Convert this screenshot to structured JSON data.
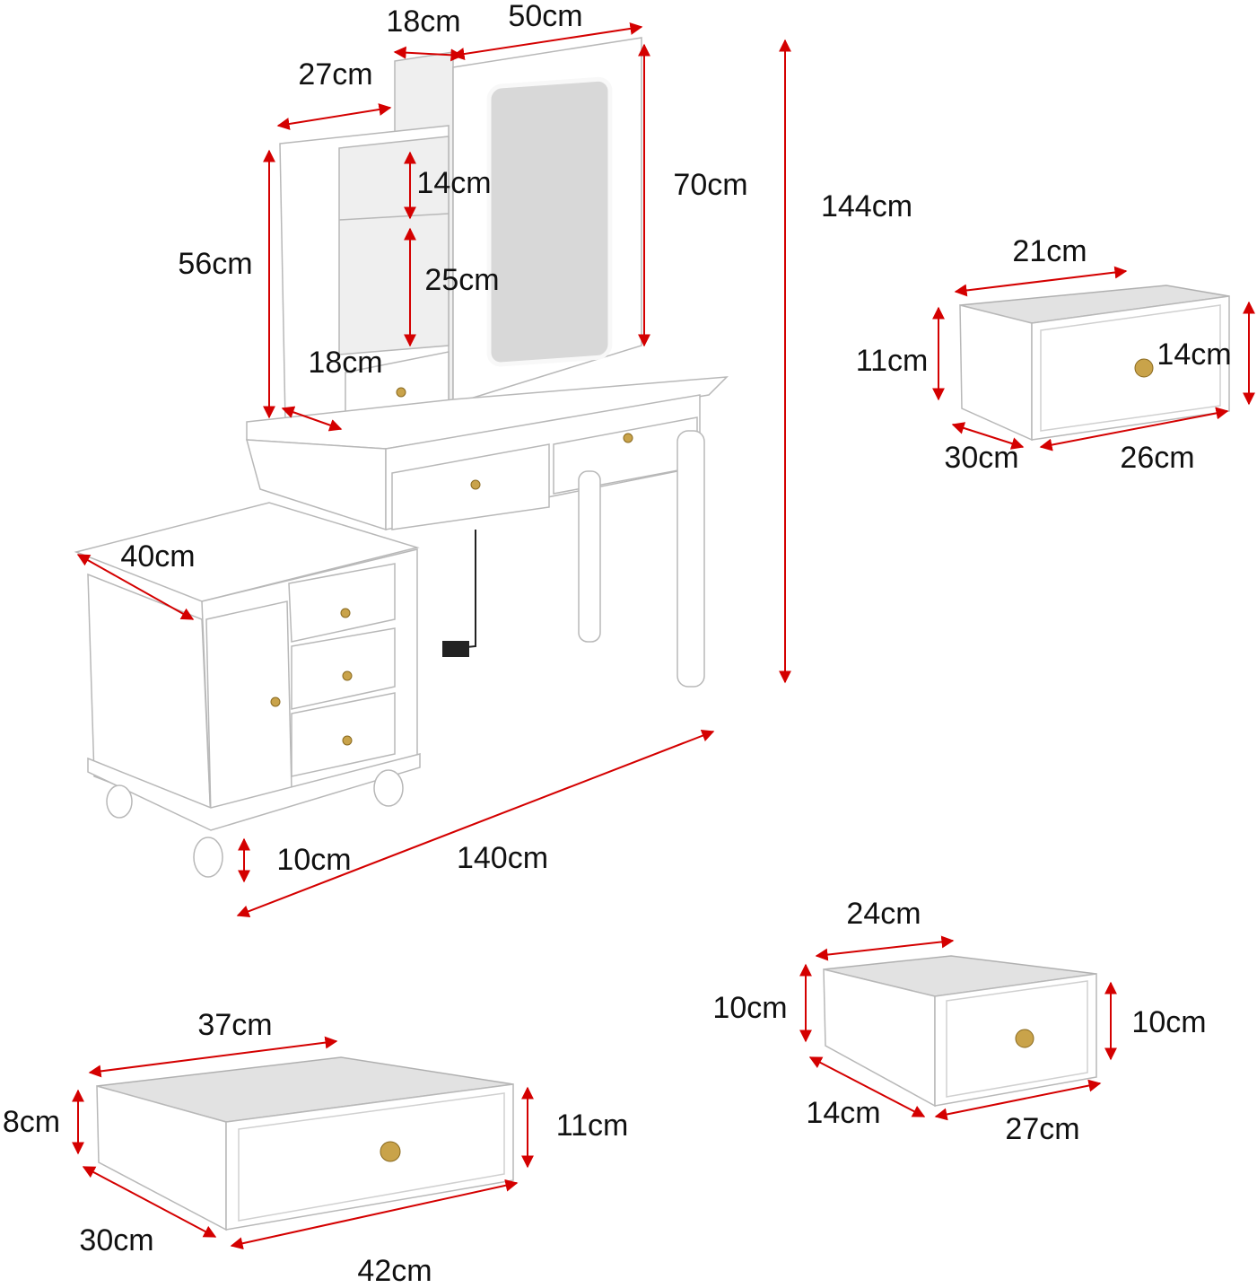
{
  "title": "Vanity table dimensions",
  "colors": {
    "dimension_line": "#d40000",
    "knob": "#c9a34a",
    "furniture": "#ffffff"
  },
  "vanity": {
    "side_cabinet_depth": "18cm",
    "mirror_width": "50cm",
    "shelf_unit_width": "27cm",
    "upper_shelf_height": "14cm",
    "mirror_height": "70cm",
    "total_height": "144cm",
    "shelf_unit_height": "56cm",
    "lower_shelf_height": "25cm",
    "shelf_unit_depth": "18cm",
    "cabinet_depth": "40cm",
    "leg_clearance": "10cm",
    "total_width": "140cm"
  },
  "small_drawer": {
    "inner_width": "21cm",
    "side_height": "11cm",
    "front_height": "14cm",
    "depth": "30cm",
    "front_width": "26cm"
  },
  "cabinet_drawer": {
    "inner_width": "24cm",
    "side_height": "10cm",
    "front_height": "10cm",
    "depth": "14cm",
    "front_width": "27cm"
  },
  "table_drawer": {
    "inner_width": "37cm",
    "side_height": "8cm",
    "front_height": "11cm",
    "depth": "30cm",
    "front_width": "42cm"
  }
}
